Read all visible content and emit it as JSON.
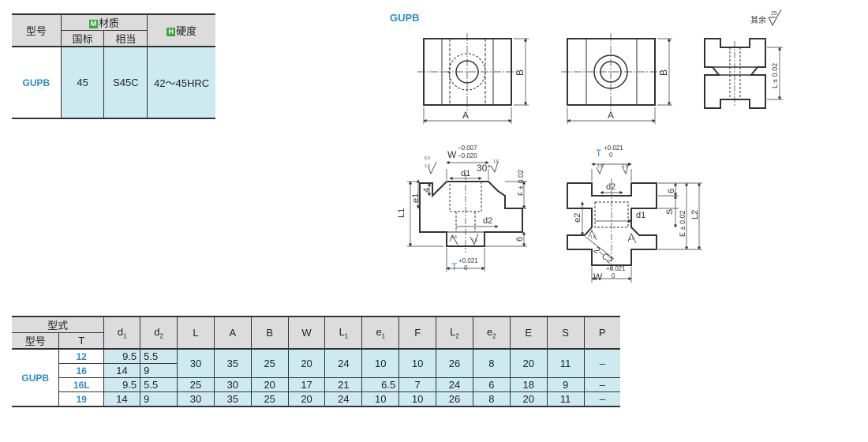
{
  "title": "GUPB",
  "roughness": {
    "label": "其余",
    "value": "25"
  },
  "material_table": {
    "model_header": "型号",
    "material_tag": "M",
    "material_header": "材质",
    "hardness_tag": "H",
    "hardness_header": "硬度",
    "sub_gb": "国标",
    "sub_eq": "相当",
    "row": {
      "model": "GUPB",
      "gb": "45",
      "eq": "S45C",
      "hardness": "42～45HRC"
    }
  },
  "dims": {
    "A": "A",
    "B": "B",
    "L_tol": "L ± 0.02",
    "W": "W",
    "W_tol_up": "−0.007",
    "W_tol_lo": "−0.020",
    "angle": "30°",
    "d1": "d1",
    "d2": "d2",
    "F_tol": "F ± 0.02",
    "e1": "e1",
    "L1": "L1",
    "six": "6",
    "four": "4",
    "T": "T",
    "T_up": "+0.021",
    "T_lo": "0",
    "e2": "e2",
    "S": "S",
    "E_tol": "E ± 0.02",
    "L2": "L2",
    "C2": "2−C2",
    "W2_up": "+0.021",
    "W2_lo": "0",
    "rough_a": "1.6",
    "rough_b": "6.3"
  },
  "dim_table": {
    "header_type": "型式",
    "header_model": "型号",
    "header_T": "T",
    "columns": [
      {
        "main": "d",
        "sub": "1"
      },
      {
        "main": "d",
        "sub": "2"
      },
      {
        "main": "L",
        "sub": ""
      },
      {
        "main": "A",
        "sub": ""
      },
      {
        "main": "B",
        "sub": ""
      },
      {
        "main": "W",
        "sub": ""
      },
      {
        "main": "L",
        "sub": "1"
      },
      {
        "main": "e",
        "sub": "1"
      },
      {
        "main": "F",
        "sub": ""
      },
      {
        "main": "L",
        "sub": "2"
      },
      {
        "main": "e",
        "sub": "2"
      },
      {
        "main": "E",
        "sub": ""
      },
      {
        "main": "S",
        "sub": ""
      },
      {
        "main": "P",
        "sub": ""
      }
    ],
    "model": "GUPB",
    "rows": [
      {
        "T": "12",
        "d1": "9.5",
        "d2": "5.5"
      },
      {
        "T": "16",
        "d1": "14",
        "d2": "9"
      },
      {
        "T": "16L",
        "d1": "9.5",
        "d2": "5.5",
        "L": "25",
        "A": "30",
        "B": "20",
        "W": "17",
        "L1": "21",
        "e1": "6.5",
        "F": "7",
        "L2": "24",
        "e2": "6",
        "E": "18",
        "S": "9",
        "P": "–"
      },
      {
        "T": "19",
        "d1": "14",
        "d2": "9",
        "L": "30",
        "A": "35",
        "B": "25",
        "W": "20",
        "L1": "24",
        "e1": "10",
        "F": "10",
        "L2": "26",
        "e2": "8",
        "E": "20",
        "S": "11",
        "P": "–"
      }
    ],
    "merged": {
      "L": "30",
      "A": "35",
      "B": "25",
      "W": "20",
      "L1": "24",
      "e1": "10",
      "F": "10",
      "L2": "26",
      "e2": "8",
      "E": "20",
      "S": "11",
      "P": "–"
    }
  }
}
